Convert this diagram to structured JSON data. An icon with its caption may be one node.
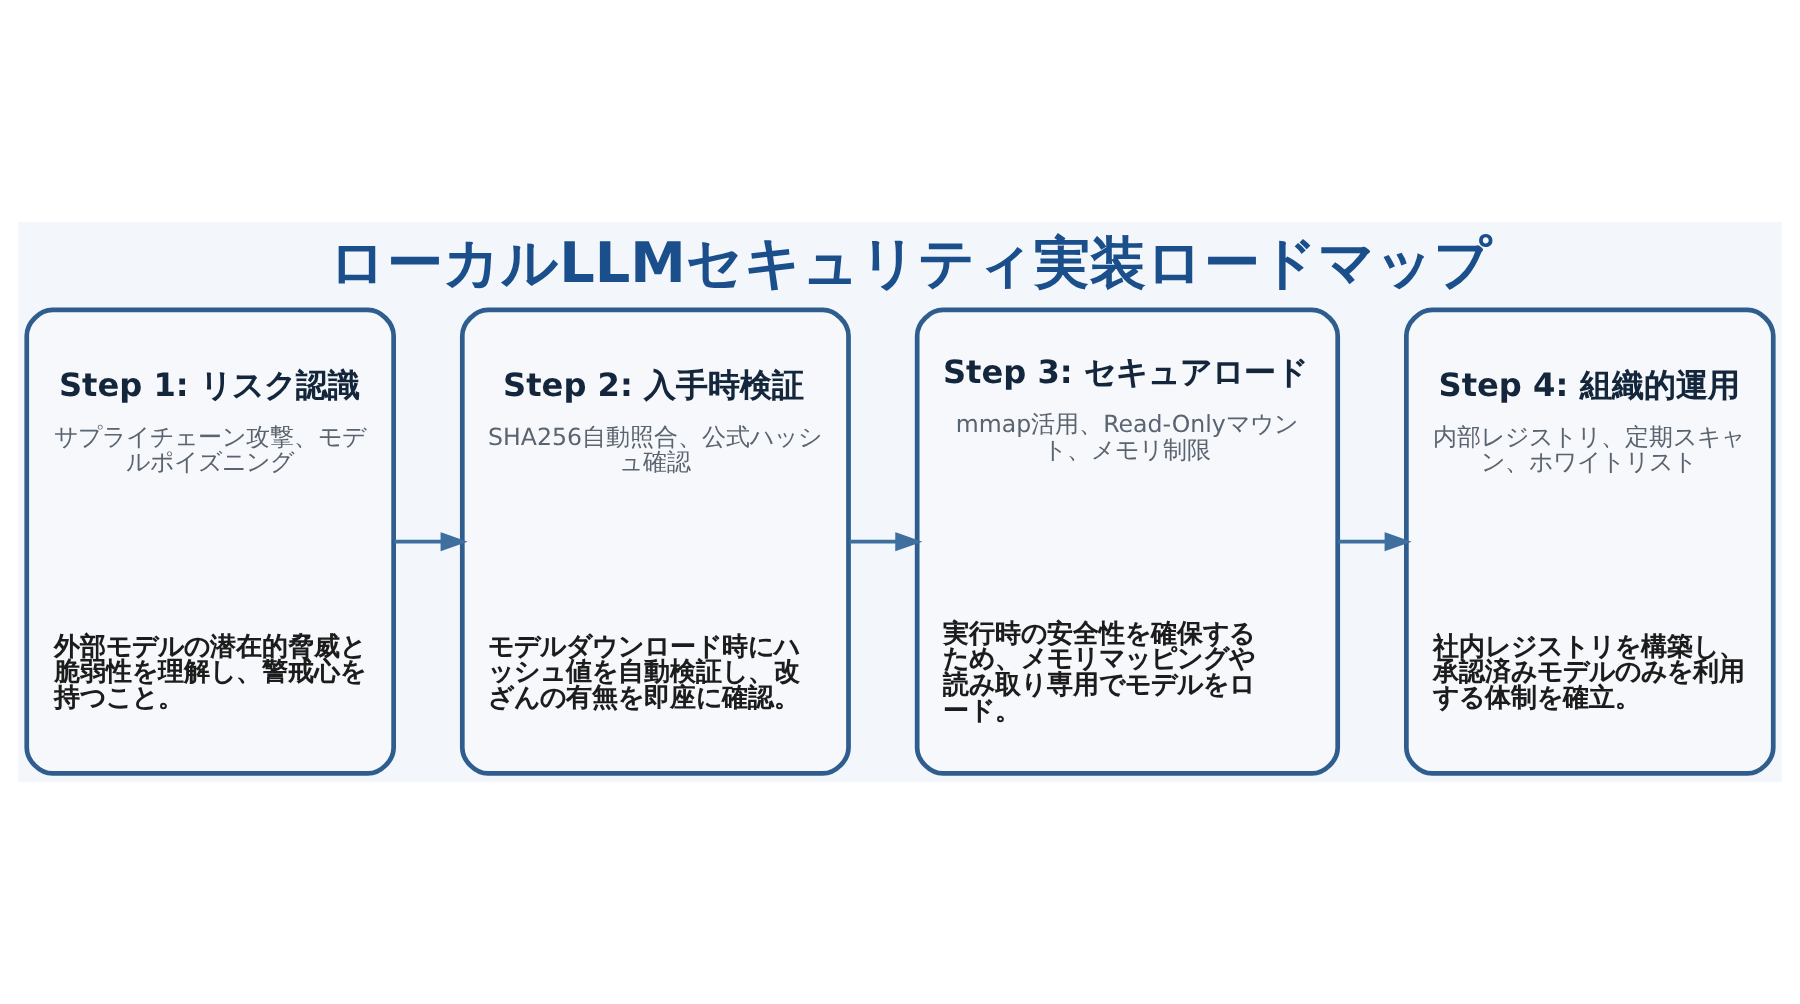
{
  "diagram": {
    "title": "ローカルLLMセキュリティ実装ロードマップ",
    "nodes": [
      {
        "text": [
          "Step 1: リスク認識",
          "サプライチェーン攻撃、モデルポイズニング",
          "外部モデルの潜在的脅威と脆弱性を理解し、警戒心を持つこと。"
        ]
      },
      {
        "text": [
          "Step 2: 入手時検証",
          "SHA256自動照合、公式ハッシュ確認",
          "モデルダウンロード時にハッシュ値を自動検証し、改ざんの有無を即座に確認。"
        ]
      },
      {
        "text": [
          "Step 3: セキュアロード",
          "mmap活用、Read-Onlyマウント、メモリ制限",
          "実行時の安全性を確保するため、メモリマッピングや読み取り専用でモデルをロード。"
        ]
      },
      {
        "text": [
          "Step 4: 組織的運用",
          "内部レジストリ、定期スキャン、ホワイトリスト",
          "社内レジストリを構築し、承認済みモデルのみを利用する体制を確立。"
        ]
      }
    ],
    "edges": [
      {
        "from": 0,
        "to": 1,
        "arrow": "to"
      },
      {
        "from": 1,
        "to": 2,
        "arrow": "to"
      },
      {
        "from": 2,
        "to": 3,
        "arrow": "to"
      }
    ]
  }
}
